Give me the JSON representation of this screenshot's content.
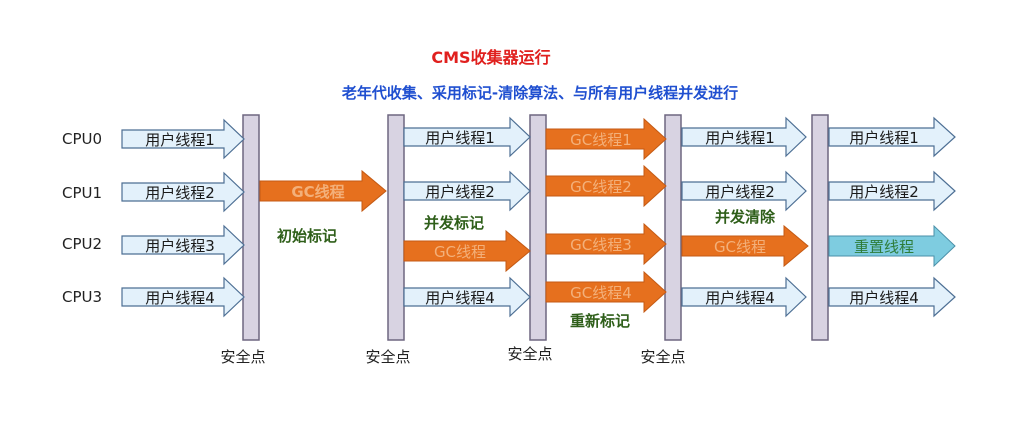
{
  "title": "CMS收集器运行",
  "subtitle": "老年代收集、采用标记-清除算法、与所有用户线程并发进行",
  "cpus": [
    "CPU0",
    "CPU1",
    "CPU2",
    "CPU3"
  ],
  "safepoint_label": "安全点",
  "thread_labels": {
    "user": [
      "用户线程1",
      "用户线程2",
      "用户线程3",
      "用户线程4"
    ],
    "gc": "GC线程",
    "gc_numbered": [
      "GC线程1",
      "GC线程2",
      "GC线程3",
      "GC线程4"
    ],
    "remark_thread": "重置线程"
  },
  "phase_labels": {
    "initial_mark": "初始标记",
    "concurrent_mark": "并发标记",
    "remark": "重新标记",
    "concurrent_sweep": "并发清除"
  },
  "colors": {
    "title": "#e0201e",
    "subtitle": "#1f4fd0",
    "user_fill": "#e3f1fb",
    "user_stroke": "#4d6f94",
    "gc_fill": "#e6701e",
    "gc_text": "#f3b07a",
    "reset_fill": "#7ecce0",
    "reset_text": "#2f7d3a",
    "bar_fill": "#d8d3e2",
    "bar_stroke": "#6e6780"
  }
}
